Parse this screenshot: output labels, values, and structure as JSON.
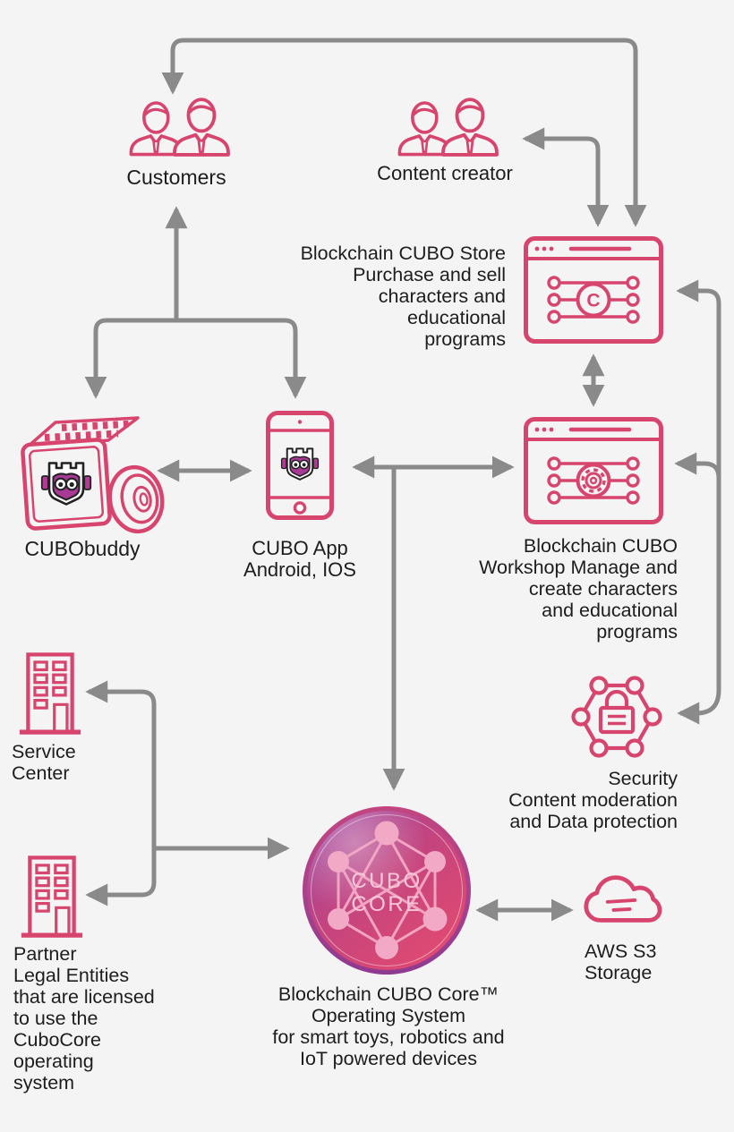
{
  "colors": {
    "pink": "#d7456e",
    "magenta": "#a83a96",
    "arrow_gray": "#8a8a8a",
    "background": "#f5f4f5",
    "ink": "#1d1d1d"
  },
  "nodes": {
    "customers": {
      "label": "Customers"
    },
    "content_creator": {
      "label": "Content creator"
    },
    "store": {
      "icon_letter": "C",
      "lines": [
        "Blockchain CUBO Store",
        "Purchase and sell",
        "characters and",
        "educational",
        "programs"
      ]
    },
    "workshop": {
      "lines": [
        "Blockchain CUBO",
        "Workshop Manage and",
        "create characters",
        "and educational",
        "programs"
      ]
    },
    "cubobuddy": {
      "label": "CUBObuddy"
    },
    "cubo_app": {
      "lines": [
        "CUBO App",
        "Android, IOS"
      ]
    },
    "service_center": {
      "lines": [
        "Service",
        "Center"
      ]
    },
    "partner": {
      "lines": [
        "Partner",
        "Legal Entities",
        "that are licensed",
        "to use the",
        "CuboCore",
        "operating",
        "system"
      ]
    },
    "security": {
      "lines": [
        "Security",
        "Content moderation",
        "and Data protection"
      ]
    },
    "aws": {
      "lines": [
        "AWS S3",
        "Storage"
      ]
    },
    "core": {
      "badge": [
        "CUBO",
        "CORE"
      ],
      "lines": [
        "Blockchain CUBO Core™",
        "Operating System",
        "for smart toys, robotics and",
        "IoT powered devices"
      ]
    }
  }
}
